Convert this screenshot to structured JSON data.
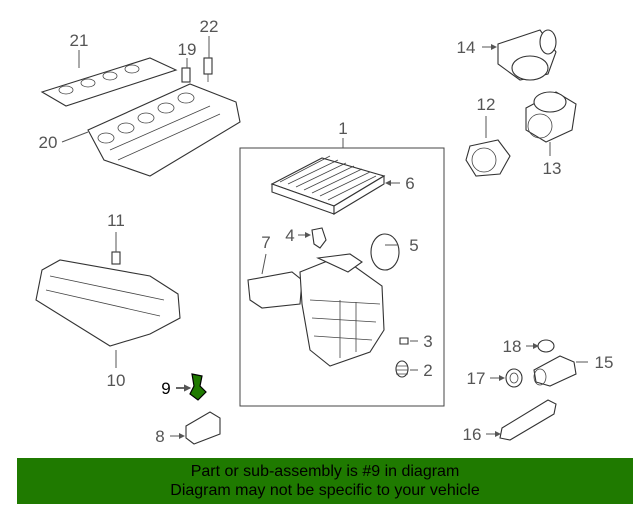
{
  "callouts": [
    "1",
    "2",
    "3",
    "4",
    "5",
    "6",
    "7",
    "8",
    "9",
    "10",
    "11",
    "12",
    "13",
    "14",
    "15",
    "16",
    "17",
    "18",
    "19",
    "20",
    "21",
    "22"
  ],
  "highlighted_part": "9",
  "highlight_color": "#1f7a00",
  "footer": {
    "line1": "Part or sub-assembly is #9 in diagram",
    "line2": "Diagram may not be specific to your vehicle"
  }
}
